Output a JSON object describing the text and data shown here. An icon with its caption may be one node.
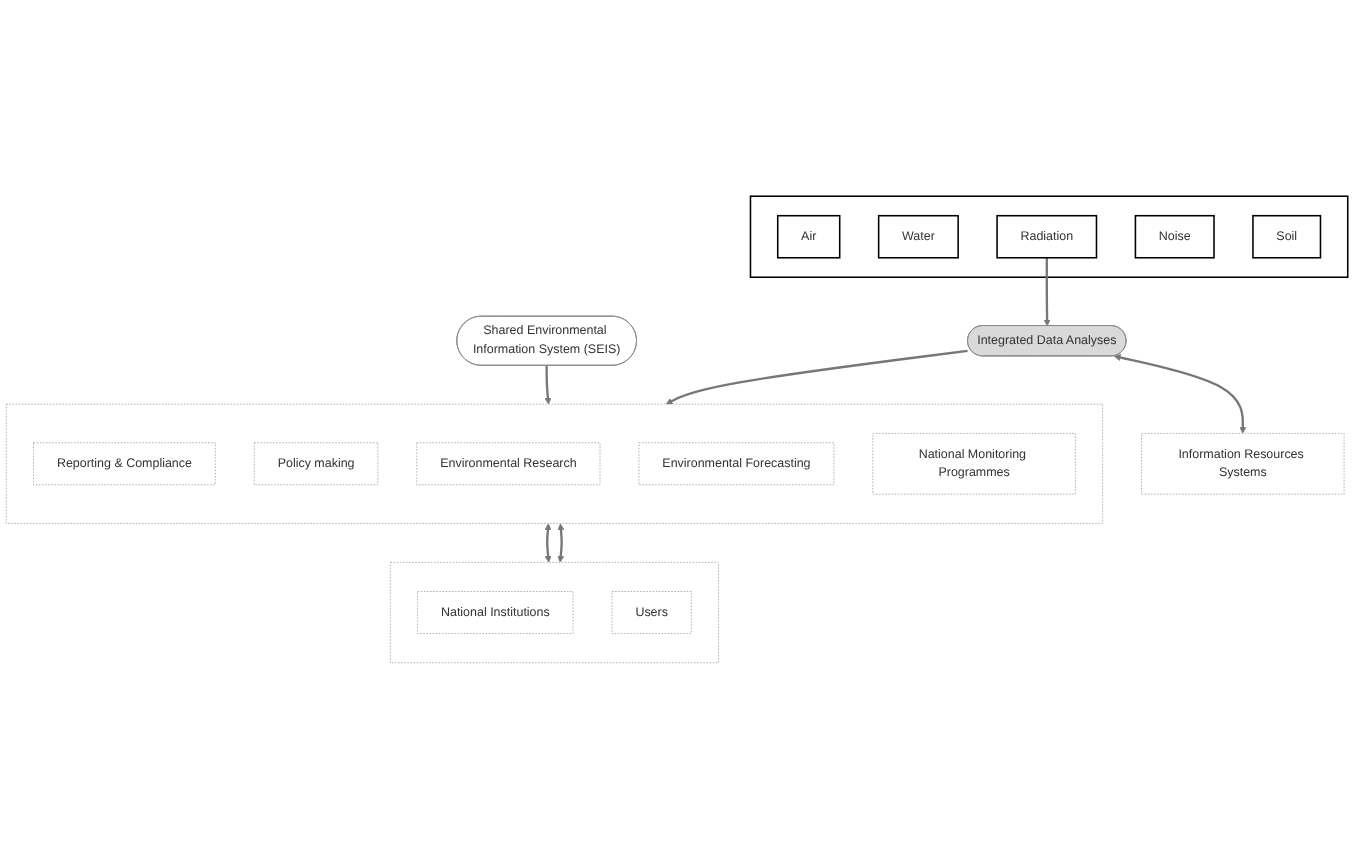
{
  "diagram": {
    "nodes": [
      {
        "text": [],
        "shape": "box"
      },
      {
        "text": [
          "Air"
        ],
        "in": 0
      },
      {
        "text": [
          "Water"
        ],
        "in": 0
      },
      {
        "text": [
          "Radiation"
        ],
        "in": 0
      },
      {
        "text": [
          "Noise"
        ],
        "in": 0
      },
      {
        "text": [
          "Soil"
        ],
        "in": 0
      },
      {
        "text": [
          "Information Resources Systems"
        ]
      },
      {
        "text": [
          "Shared Environmental Information System (SEIS)"
        ]
      },
      {
        "text": [
          "Integrated Data Analyses"
        ]
      },
      {
        "text": [],
        "shape": "box"
      },
      {
        "text": [
          "Reporting & Compliance"
        ],
        "in": 9
      },
      {
        "text": [
          "Policy making"
        ],
        "in": 9
      },
      {
        "text": [
          "Environmental Research"
        ],
        "in": 9
      },
      {
        "text": [
          "Environmental Forecasting"
        ],
        "in": 9
      },
      {
        "text": [
          "National Monitoring Programmes"
        ],
        "in": 9
      },
      {
        "text": [],
        "shape": "box"
      },
      {
        "text": [
          "National Institutions"
        ],
        "in": 15
      },
      {
        "text": [
          "Users"
        ],
        "in": 15
      }
    ],
    "edges": [
      {
        "from": 3,
        "to": 8,
        "arrow": "to"
      },
      {
        "from": 8,
        "to": 6,
        "arrow": "both"
      },
      {
        "from": 7,
        "to": 9,
        "arrow": "to"
      },
      {
        "from": 8,
        "to": 9,
        "arrow": "to"
      },
      {
        "from": 9,
        "to": 15,
        "arrow": "both"
      },
      {
        "from": 9,
        "to": 15,
        "arrow": "both"
      }
    ]
  }
}
